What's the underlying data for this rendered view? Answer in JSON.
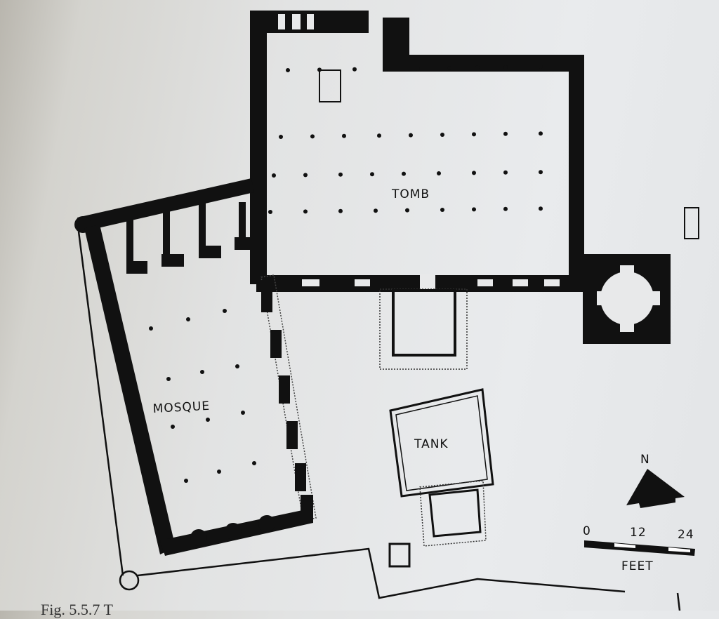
{
  "labels": {
    "tomb": "TOMB",
    "mosque": "MOSQUE",
    "tank": "TANK"
  },
  "north_arrow": {
    "label": "N"
  },
  "scale_bar": {
    "ticks": [
      "0",
      "12",
      "24"
    ],
    "unit": "FEET"
  },
  "caption": "Fig. 5.5.7 T",
  "colors": {
    "wall": "#111111",
    "paper": "#e6e7e8"
  }
}
